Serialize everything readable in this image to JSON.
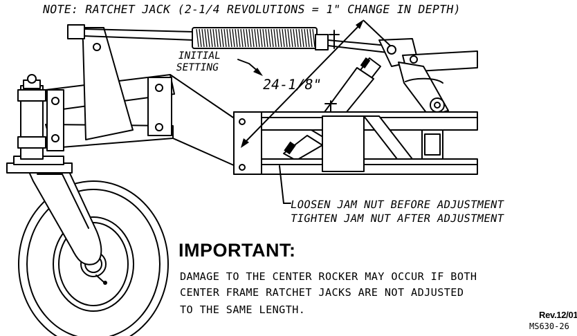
{
  "note": "NOTE: RATCHET JACK (2-1/4 REVOLUTIONS = 1\" CHANGE IN DEPTH)",
  "labels": {
    "initial_setting_line1": "INITIAL",
    "initial_setting_line2": "SETTING",
    "measurement": "24-1/8\"",
    "loosen": "LOOSEN JAM NUT BEFORE ADJUSTMENT",
    "tighten": "TIGHTEN JAM NUT AFTER ADJUSTMENT"
  },
  "important": {
    "heading": "IMPORTANT:",
    "lines": [
      "DAMAGE TO THE CENTER ROCKER MAY OCCUR IF BOTH",
      "CENTER FRAME RATCHET JACKS ARE NOT ADJUSTED",
      "TO THE SAME LENGTH."
    ]
  },
  "revision": "Rev.12/01",
  "drawing_code": "MS630-26"
}
